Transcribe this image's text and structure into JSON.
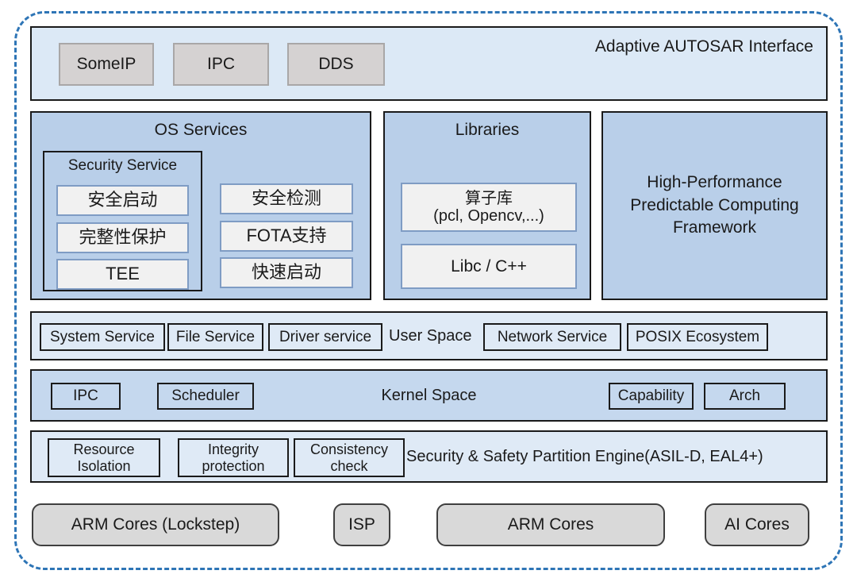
{
  "colors": {
    "outer_dashed_border": "#2e75b6",
    "light_blue_row": "#dce9f6",
    "medium_blue_block": "#b9cfe9",
    "kernel_row_blue": "#c5d8ee",
    "inner_box_bg": "#f1f1f1",
    "inner_box_border": "#7f9cc4",
    "chip_bg": "#d5d2d2",
    "hw_button_bg": "#d9d9d9",
    "black_border": "#1a1a1a"
  },
  "interface_bar": {
    "title": "Adaptive AUTOSAR Interface",
    "chips": [
      "SomeIP",
      "IPC",
      "DDS"
    ]
  },
  "os_services": {
    "title": "OS Services",
    "security_service": {
      "title": "Security Service",
      "items": [
        "安全启动",
        "完整性保护",
        "TEE"
      ]
    },
    "right_items": [
      "安全检测",
      "FOTA支持",
      "快速启动"
    ]
  },
  "libraries": {
    "title": "Libraries",
    "operator_lib": {
      "line1": "算子库",
      "line2": "(pcl, Opencv,...)"
    },
    "libc": "Libc / C++"
  },
  "computing_framework": {
    "label": "High-Performance Predictable Computing Framework"
  },
  "user_space": {
    "label": "User Space",
    "left_items": [
      "System Service",
      "File Service",
      "Driver service"
    ],
    "right_items": [
      "Network Service",
      "POSIX Ecosystem"
    ]
  },
  "kernel_space": {
    "label": "Kernel Space",
    "left_items": [
      "IPC",
      "Scheduler"
    ],
    "right_items": [
      "Capability",
      "Arch"
    ]
  },
  "partition_engine": {
    "label": "Security & Safety  Partition Engine(ASIL-D, EAL4+)",
    "items": [
      "Resource Isolation",
      "Integrity protection",
      "Consistency check"
    ]
  },
  "hardware": {
    "items": [
      "ARM Cores (Lockstep)",
      "ISP",
      "ARM Cores",
      "AI Cores"
    ]
  }
}
